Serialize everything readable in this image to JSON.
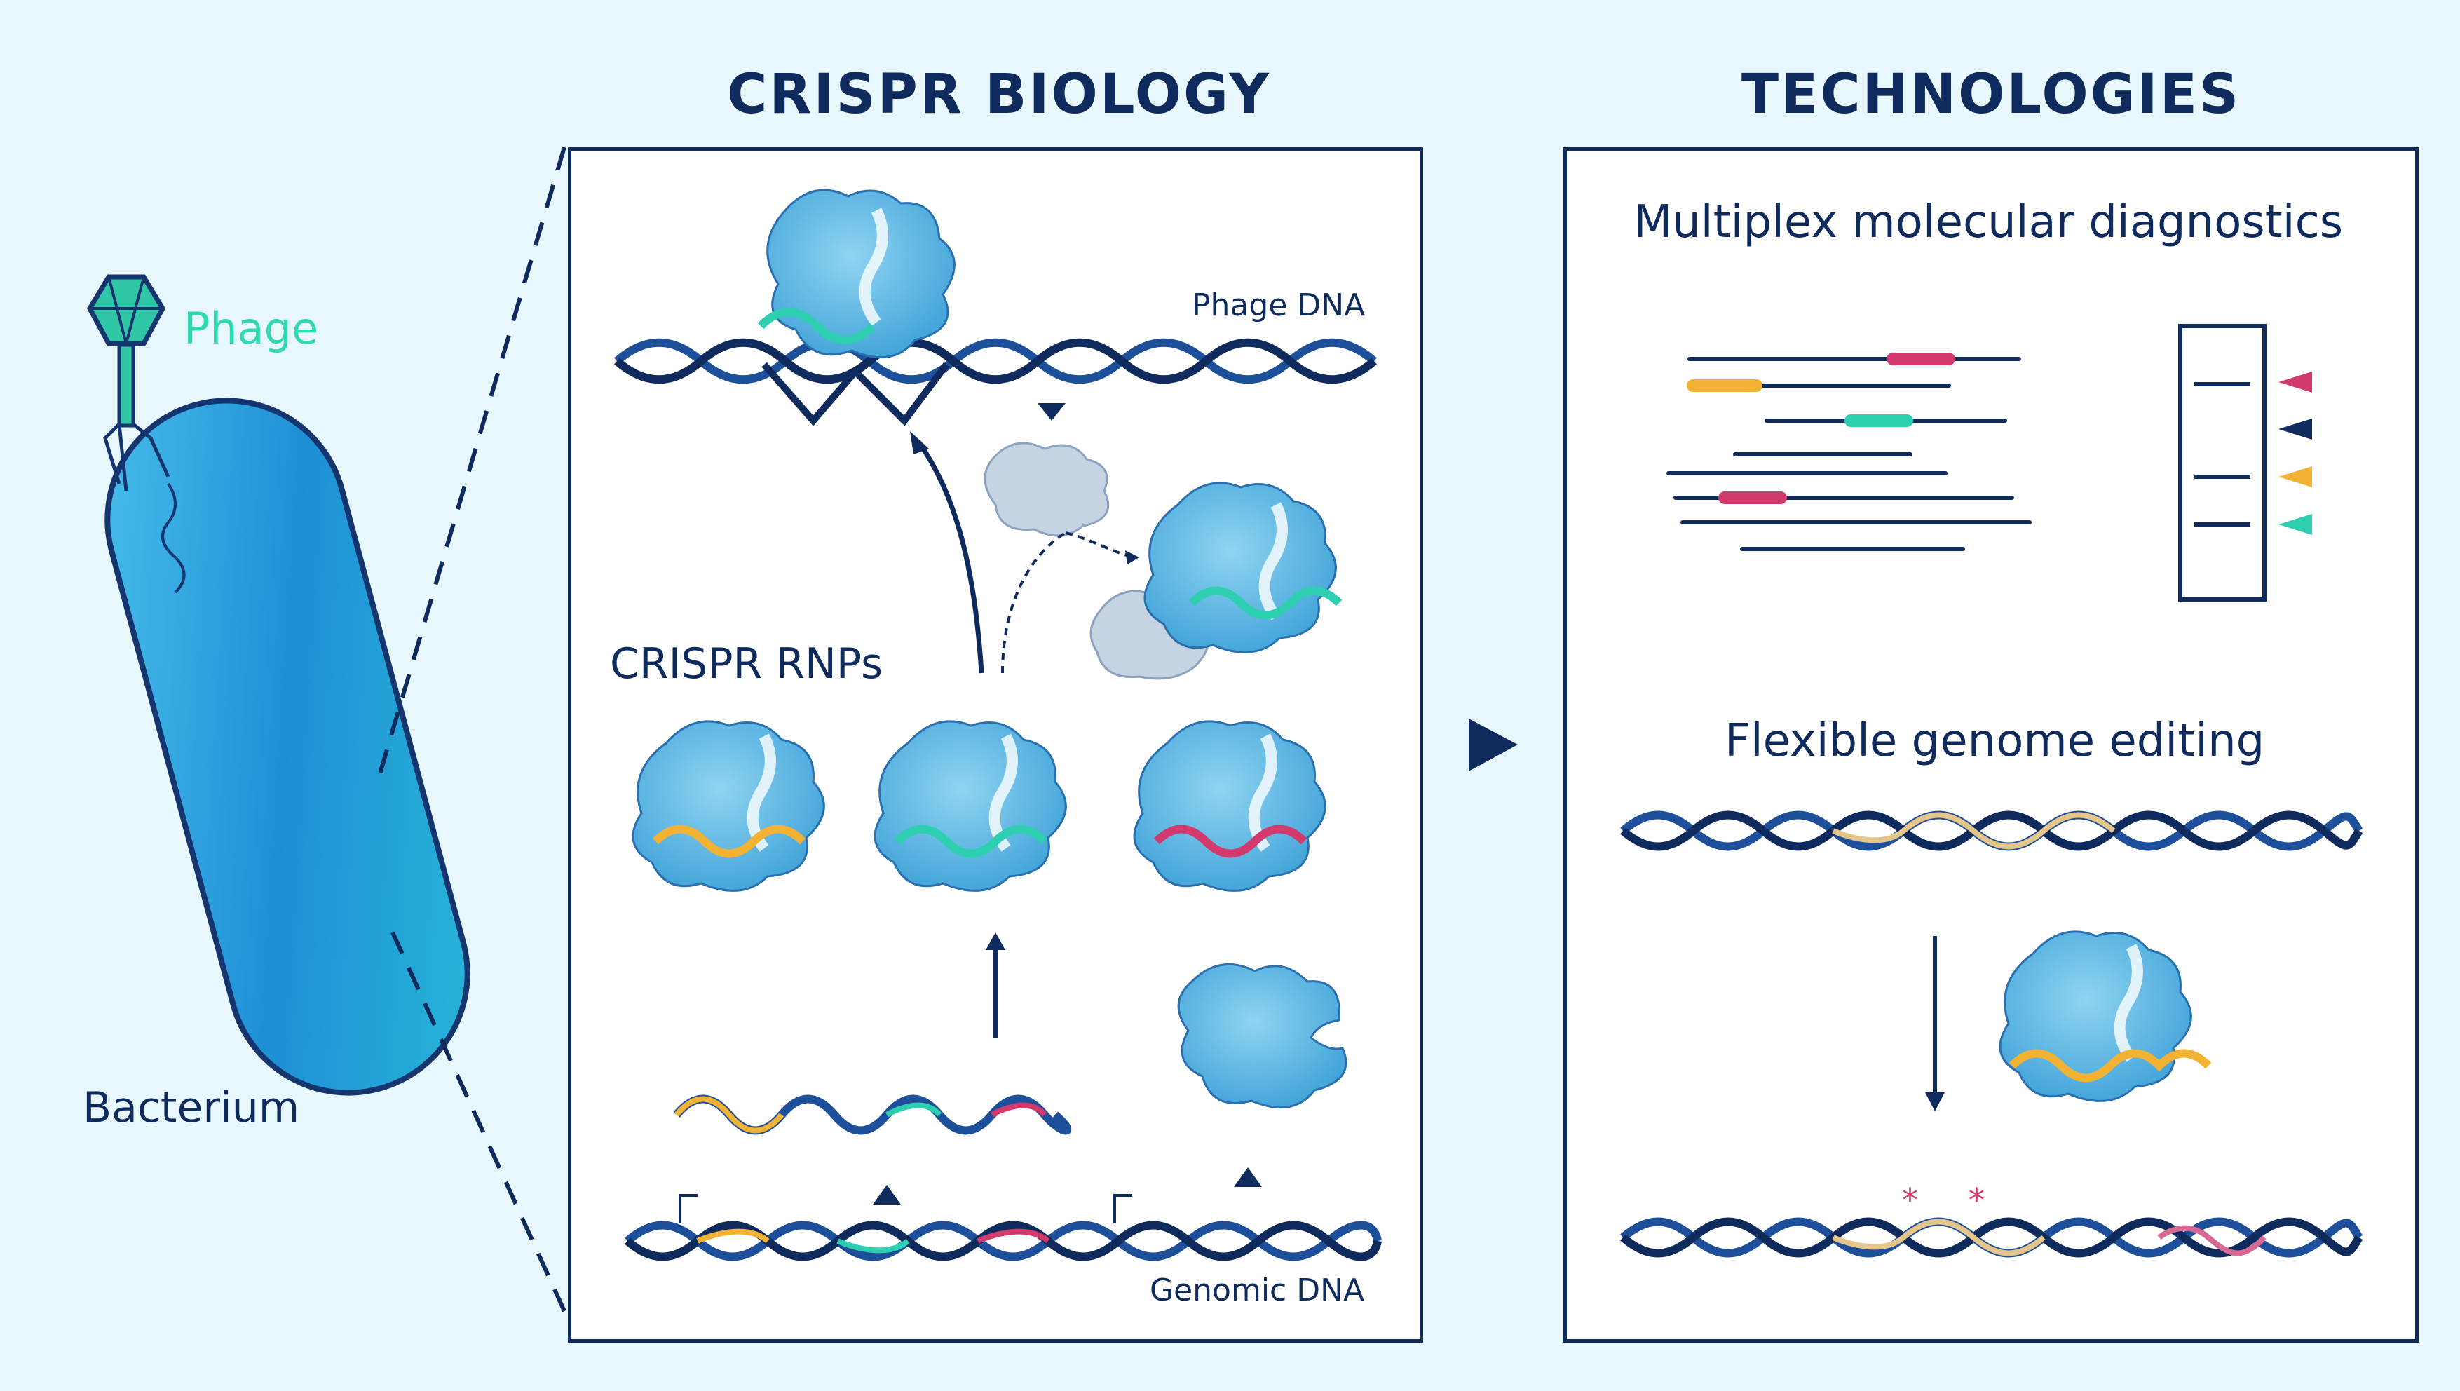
{
  "headings": {
    "biology": "CRISPR BIOLOGY",
    "technologies": "TECHNOLOGIES"
  },
  "left": {
    "phage_label": "Phage",
    "bacterium_label": "Bacterium"
  },
  "biology_panel": {
    "phage_dna": "Phage DNA",
    "rnps": "CRISPR RNPs",
    "genomic_dna": "Genomic DNA"
  },
  "technologies_panel": {
    "diagnostics": "Multiplex molecular diagnostics",
    "editing": "Flexible genome editing"
  },
  "colors": {
    "navy": "#0f2a5c",
    "protein_blue": "#4ab0e0",
    "teal": "#2ecfb0",
    "yellow": "#f2b233",
    "pink": "#d23a6e",
    "phage_green": "#2fd8b0",
    "background": "#e8f7fc"
  }
}
